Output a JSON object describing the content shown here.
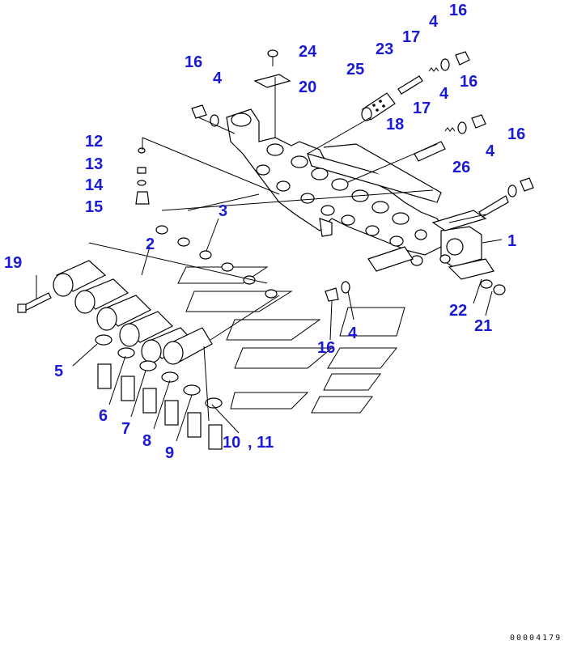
{
  "diagram": {
    "labels": {
      "l1": "1",
      "l2": "2",
      "l3": "3",
      "l4a": "4",
      "l4b": "4",
      "l4c": "4",
      "l4d": "4",
      "l4e": "4",
      "l5": "5",
      "l6": "6",
      "l7": "7",
      "l8": "8",
      "l9": "9",
      "l10": "10",
      "l11": ", 11",
      "l12": "12",
      "l13": "13",
      "l14": "14",
      "l15": "15",
      "l16a": "16",
      "l16b": "16",
      "l16c": "16",
      "l16d": "16",
      "l16e": "16",
      "l17a": "17",
      "l17b": "17",
      "l18": "18",
      "l19": "19",
      "l20": "20",
      "l21": "21",
      "l22": "22",
      "l23": "23",
      "l24": "24",
      "l25": "25",
      "l26": "26"
    },
    "drawing_code": "00004179",
    "label_color": "#1a1ad6"
  }
}
